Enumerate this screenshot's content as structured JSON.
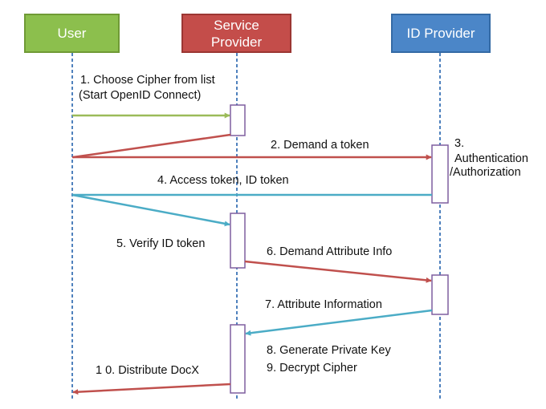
{
  "actors": {
    "user": "User",
    "service_provider": [
      "Service",
      "Provider"
    ],
    "id_provider": "ID Provider"
  },
  "steps": {
    "s1_line1": "1. Choose Cipher from list",
    "s1_line2": "(Start OpenID Connect)",
    "s2": "2. Demand a token",
    "s3_num": "3.",
    "s3_line1": "Authentication",
    "s3_line2": "/Authorization",
    "s4": "4. Access token, ID token",
    "s5": "5. Verify ID token",
    "s6": "6. Demand Attribute Info",
    "s7": "7.  Attribute Information",
    "s8": "8. Generate Private Key",
    "s9": "9. Decrypt Cipher",
    "s10": "1 0. Distribute DocX"
  },
  "colors": {
    "green": "#9bbb59",
    "red": "#c0504d",
    "teal": "#4bacc6",
    "lifeline": "#4f81bd"
  }
}
